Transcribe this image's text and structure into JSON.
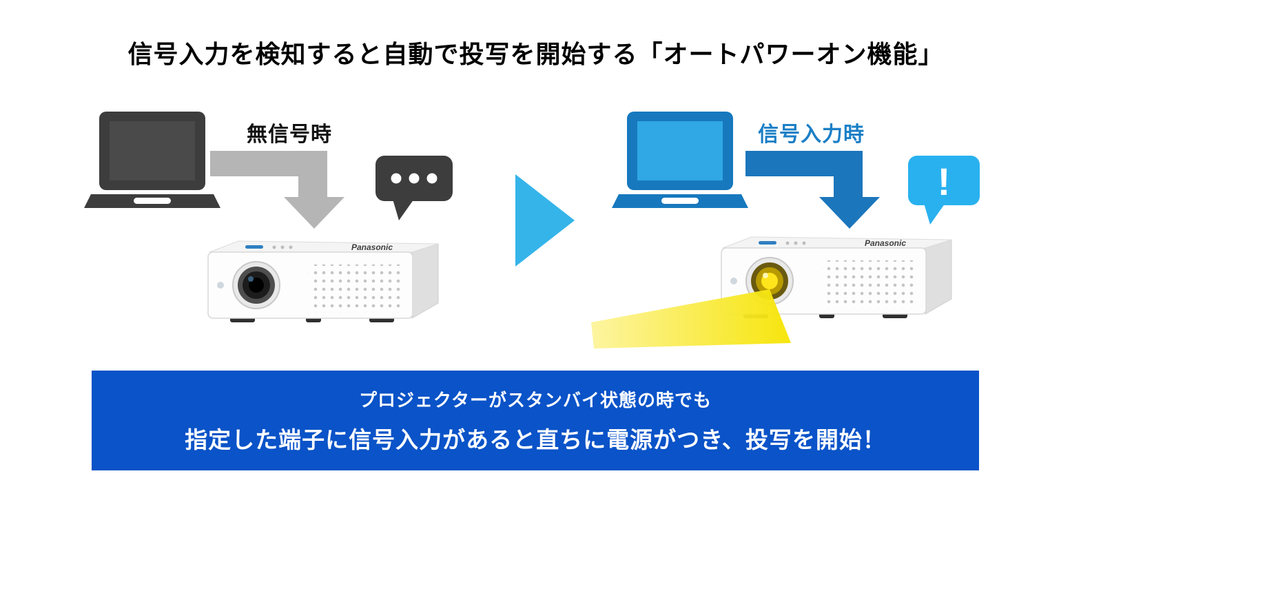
{
  "title": "信号入力を検知すると自動で投写を開始する「オートパワーオン機能」",
  "no_signal": {
    "label": "無信号時"
  },
  "signal_input": {
    "label": "信号入力時",
    "bubble_text": "!"
  },
  "projector": {
    "brand": "Panasonic"
  },
  "banner": {
    "line1": "プロジェクターがスタンバイ状態の時でも",
    "line2": "指定した端子に信号入力があると直ちに電源がつき、投写を開始！"
  },
  "colors": {
    "dark": "#3d3d3d",
    "dark_screen": "#4a4a4a",
    "gray_arrow": "#b5b5b5",
    "blue_frame": "#1778be",
    "blue_screen": "#2fa8e5",
    "blue_arrow": "#1c76bc",
    "cyan_chevron": "#35b4ea",
    "cyan_bubble": "#29b1ef",
    "beam_yellow": "#f6e400",
    "banner_blue": "#0a53c8",
    "label_blue": "#1b7fc6"
  }
}
